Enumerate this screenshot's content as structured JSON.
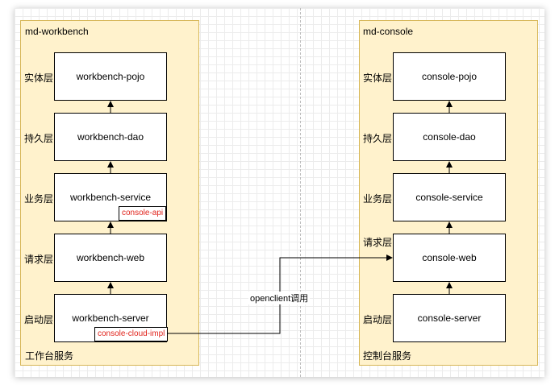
{
  "left_group": {
    "title": "md-workbench",
    "footer": "工作台服务",
    "layers": [
      "实体层",
      "持久层",
      "业务层",
      "请求层",
      "启动层"
    ],
    "nodes": [
      "workbench-pojo",
      "workbench-dao",
      "workbench-service",
      "workbench-web",
      "workbench-server"
    ],
    "service_tag": "console-api",
    "server_tag": "console-cloud-impl"
  },
  "right_group": {
    "title": "md-console",
    "footer": "控制台服务",
    "layers": [
      "实体层",
      "持久层",
      "业务层",
      "请求层",
      "启动层"
    ],
    "nodes": [
      "console-pojo",
      "console-dao",
      "console-service",
      "console-web",
      "console-server"
    ]
  },
  "connector": {
    "label": "openclient调用"
  },
  "colors": {
    "group_fill": "#fff2cc",
    "group_border": "#d6b656",
    "tag_text": "#e0231b"
  }
}
